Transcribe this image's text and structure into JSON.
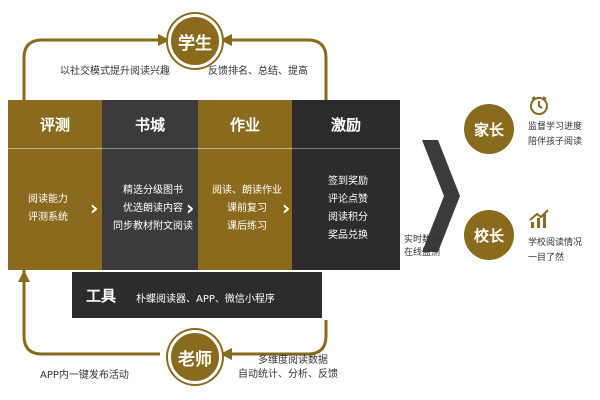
{
  "top_circle": "学生",
  "top_left_text": "以社交模式提升阅读兴趣",
  "top_right_text": "反馈排名、总结、提高",
  "columns": [
    {
      "header": "评测",
      "lines": [
        "阅读能力",
        "评测系统"
      ]
    },
    {
      "header": "书城",
      "lines": [
        "精选分级图书",
        "优选朗读内容",
        "同步教材附文阅读"
      ]
    },
    {
      "header": "作业",
      "lines": [
        "阅读、朗读作业",
        "课前复习",
        "课后练习"
      ]
    },
    {
      "header": "激励",
      "lines": [
        "签到奖励",
        "评论点赞",
        "阅读积分",
        "奖品兑换"
      ]
    }
  ],
  "tools": {
    "label": "工具",
    "items": "朴蝶阅读器、APP、微信小程序"
  },
  "bottom_circle": "老师",
  "bottom_left_text": "APP内一键发布活动",
  "bottom_right_lines": [
    "多维度阅读数据",
    "自动统计、分析、反馈"
  ],
  "middle_label_lines": [
    "实时数据",
    "在线监测"
  ],
  "parents": {
    "label": "家长",
    "lines": [
      "监督学习进度",
      "陪伴孩子阅读"
    ],
    "icon": "clock-icon"
  },
  "principal": {
    "label": "校长",
    "lines": [
      "学校阅读情况",
      "一目了然"
    ],
    "icon": "growth-chart-icon"
  },
  "colors": {
    "gold": "#8a6a1c",
    "dark": "#3b3b3b",
    "darker": "#2c2c2c"
  }
}
